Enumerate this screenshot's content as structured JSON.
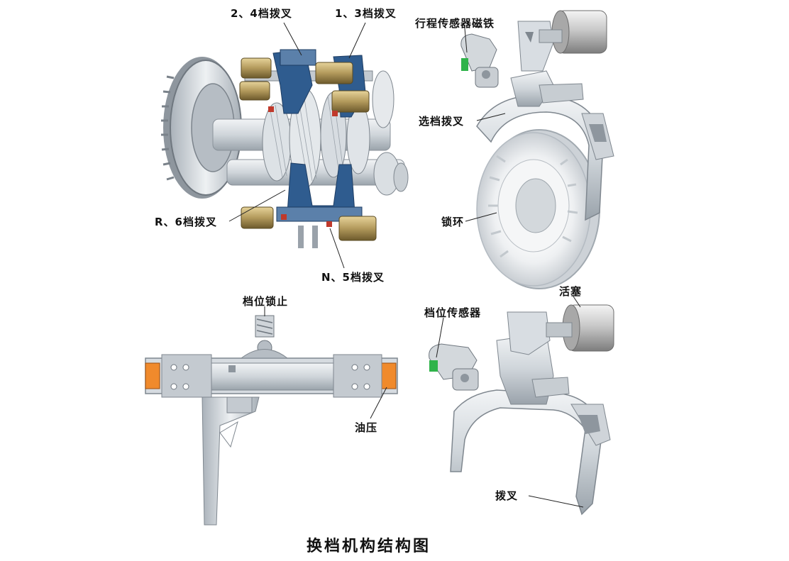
{
  "labels": {
    "fork_24": "2、4档拨叉",
    "fork_13": "1、3档拨叉",
    "fork_r6": "R、6档拨叉",
    "fork_n5": "N、5档拨叉",
    "travel_sensor_magnet": "行程传感器磁铁",
    "select_fork": "选档拨叉",
    "lock_ring": "锁环",
    "detent_lock": "档位锁止",
    "oil_pressure": "油压",
    "gear_sensor": "档位传感器",
    "piston": "活塞",
    "shift_fork": "拨叉"
  },
  "caption": "换档机构结构图",
  "colors": {
    "metal": "#d8dde2",
    "metal_dark": "#9aa3ab",
    "blue": "#2f5c8f",
    "brass": "#b39a5c",
    "orange": "#f08a2c",
    "green": "#2fb34a"
  }
}
